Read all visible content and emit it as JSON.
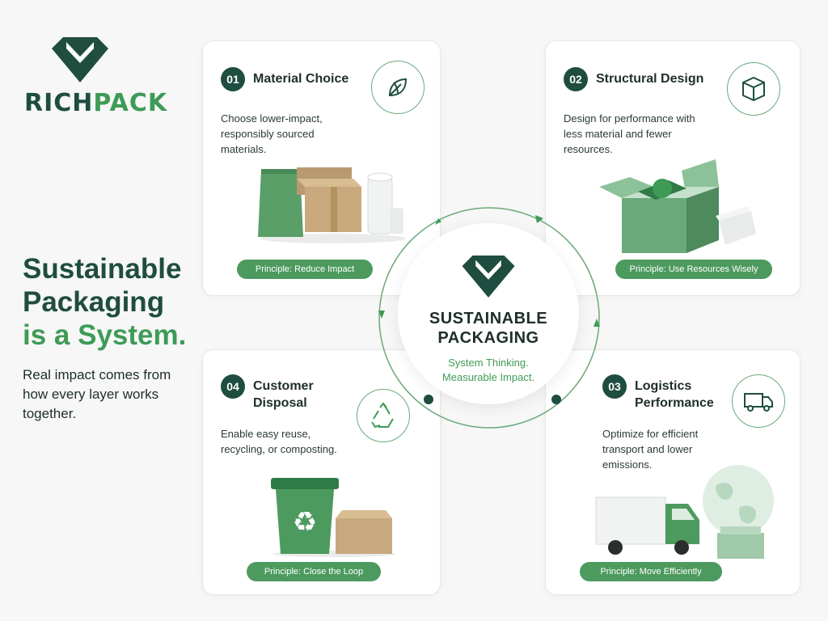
{
  "brand": {
    "name_main": "RICH",
    "name_accent": "PACK"
  },
  "headline": {
    "line1": "Sustainable",
    "line2": "Packaging",
    "line3": "is a System."
  },
  "subtext": "Real impact comes from how every layer works together.",
  "center": {
    "title_line1": "SUSTAINABLE",
    "title_line2": "PACKAGING",
    "sub_line1": "System Thinking.",
    "sub_line2": "Measurable Impact."
  },
  "cards": [
    {
      "number": "01",
      "title": "Material Choice",
      "description": "Choose lower-impact, responsibly sourced materials.",
      "principle": "Principle: Reduce Impact",
      "icon": "leaf-icon"
    },
    {
      "number": "02",
      "title": "Structural Design",
      "description": "Design for performance with less material and fewer resources.",
      "principle": "Principle: Use Resources Wisely",
      "icon": "box-icon"
    },
    {
      "number": "03",
      "title_line1": "Logistics",
      "title_line2": "Performance",
      "description": "Optimize for efficient transport and lower emissions.",
      "principle": "Principle: Move Efficiently",
      "icon": "truck-icon"
    },
    {
      "number": "04",
      "title_line1": "Customer",
      "title_line2": "Disposal",
      "description": "Enable easy reuse, recycling, or composting.",
      "principle": "Principle: Close the Loop",
      "icon": "recycle-icon"
    }
  ],
  "colors": {
    "dark_green": "#1f4d40",
    "accent_green": "#3e9b57",
    "pill_green": "#4d9a5f"
  }
}
